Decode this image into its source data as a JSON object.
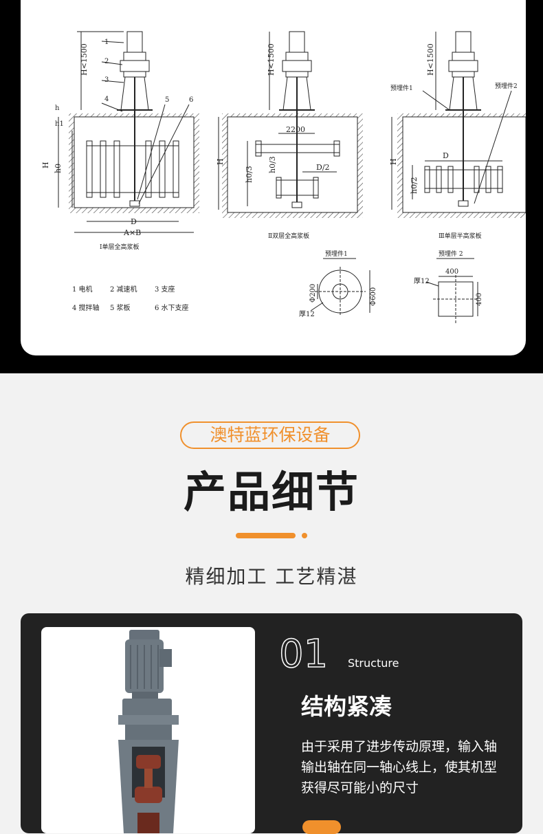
{
  "drawing": {
    "labels": {
      "dim_H_limit": "H<1500",
      "h": "h",
      "h1": "h1",
      "H": "H",
      "h0": "h0",
      "D": "D",
      "AxB": "A×B",
      "d_2200": "2200",
      "h0_3": "h0/3",
      "D_2": "D/2",
      "h0_2": "h0/2",
      "embed1": "预埋件1",
      "embed2": "预埋件2",
      "n1": "1",
      "n2": "2",
      "n3": "3",
      "n4": "4",
      "n5": "5",
      "n6": "6",
      "phi200": "Φ200",
      "phi600": "Φ600",
      "thick12": "厚12",
      "d400a": "400",
      "d400b": "400"
    },
    "captions": {
      "type1": "Ⅰ单层全高浆板",
      "type2": "Ⅱ双层全高浆板",
      "type3": "Ⅲ单层半高浆板",
      "embed1": "预埋件1",
      "embed2": "预埋件 2"
    },
    "legend": {
      "row1": [
        "1 电机",
        "2 减速机",
        "3 支座"
      ],
      "row2": [
        "4 搅拌轴",
        "5 浆板",
        "6 水下支座"
      ]
    }
  },
  "section": {
    "company": "澳特蓝环保设备",
    "title": "产品细节",
    "subtitle": "精细加工 工艺精湛"
  },
  "feature": {
    "number": "01",
    "label_en": "Structure",
    "title": "结构紧凑",
    "description": "由于采用了进步传动原理，输入轴输出轴在同一轴心线上，使其机型获得尽可能小的尺寸"
  },
  "colors": {
    "accent": "#f0902c",
    "dark_panel": "#222222",
    "page_bg": "#f2f2f2"
  }
}
